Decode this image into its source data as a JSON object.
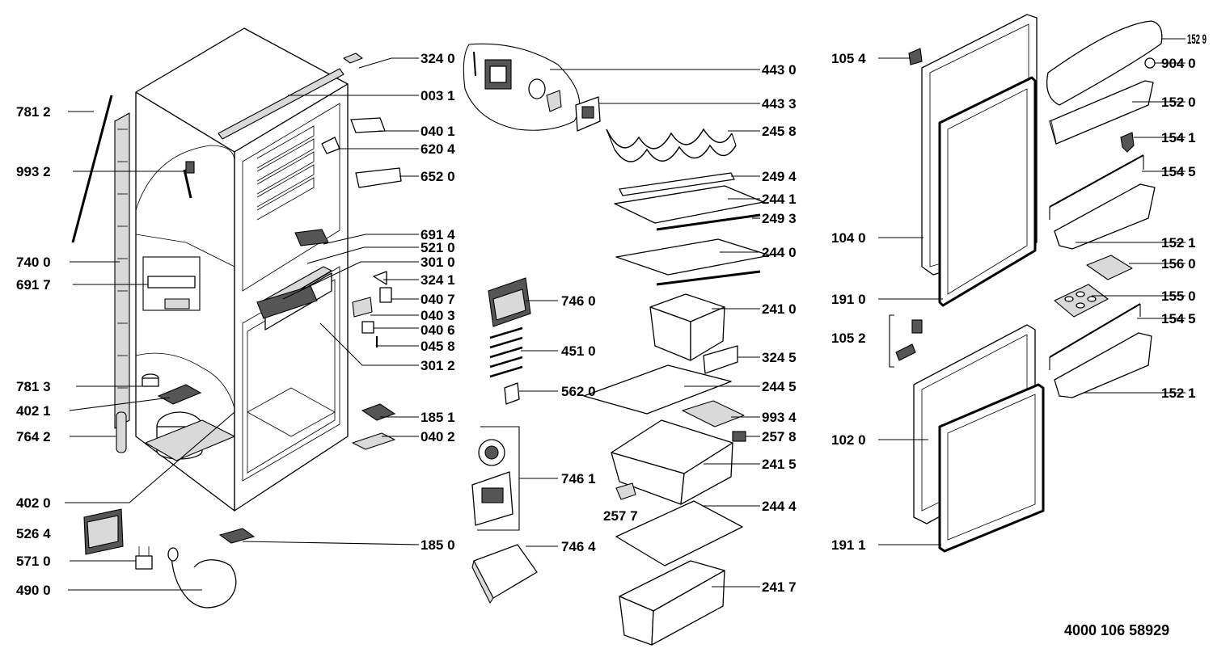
{
  "document_number": "4000 106 58929",
  "parts": [
    {
      "ref": "324 0",
      "name": "part-324-0"
    },
    {
      "ref": "003 1",
      "name": "part-003-1"
    },
    {
      "ref": "040 1",
      "name": "part-040-1"
    },
    {
      "ref": "620 4",
      "name": "part-620-4"
    },
    {
      "ref": "652 0",
      "name": "part-652-0"
    },
    {
      "ref": "691 4",
      "name": "part-691-4"
    },
    {
      "ref": "521 0",
      "name": "part-521-0"
    },
    {
      "ref": "301 0",
      "name": "part-301-0"
    },
    {
      "ref": "324 1",
      "name": "part-324-1"
    },
    {
      "ref": "040 7",
      "name": "part-040-7"
    },
    {
      "ref": "040 3",
      "name": "part-040-3"
    },
    {
      "ref": "040 6",
      "name": "part-040-6"
    },
    {
      "ref": "045 8",
      "name": "part-045-8"
    },
    {
      "ref": "301 2",
      "name": "part-301-2"
    },
    {
      "ref": "185 1",
      "name": "part-185-1"
    },
    {
      "ref": "040 2",
      "name": "part-040-2"
    },
    {
      "ref": "185 0",
      "name": "part-185-0"
    },
    {
      "ref": "781 2",
      "name": "part-781-2"
    },
    {
      "ref": "993 2",
      "name": "part-993-2"
    },
    {
      "ref": "740 0",
      "name": "part-740-0"
    },
    {
      "ref": "691 7",
      "name": "part-691-7"
    },
    {
      "ref": "781 3",
      "name": "part-781-3"
    },
    {
      "ref": "402 1",
      "name": "part-402-1"
    },
    {
      "ref": "764 2",
      "name": "part-764-2"
    },
    {
      "ref": "402 0",
      "name": "part-402-0"
    },
    {
      "ref": "526 4",
      "name": "part-526-4"
    },
    {
      "ref": "571 0",
      "name": "part-571-0"
    },
    {
      "ref": "490 0",
      "name": "part-490-0"
    },
    {
      "ref": "443 0",
      "name": "part-443-0"
    },
    {
      "ref": "443 3",
      "name": "part-443-3"
    },
    {
      "ref": "245 8",
      "name": "part-245-8"
    },
    {
      "ref": "249 4",
      "name": "part-249-4"
    },
    {
      "ref": "244 1",
      "name": "part-244-1"
    },
    {
      "ref": "249 3",
      "name": "part-249-3"
    },
    {
      "ref": "244 0",
      "name": "part-244-0"
    },
    {
      "ref": "241 0",
      "name": "part-241-0"
    },
    {
      "ref": "324 5",
      "name": "part-324-5"
    },
    {
      "ref": "244 5",
      "name": "part-244-5"
    },
    {
      "ref": "993 4",
      "name": "part-993-4"
    },
    {
      "ref": "257 8",
      "name": "part-257-8"
    },
    {
      "ref": "241 5",
      "name": "part-241-5"
    },
    {
      "ref": "257 7",
      "name": "part-257-7"
    },
    {
      "ref": "244 4",
      "name": "part-244-4"
    },
    {
      "ref": "241 7",
      "name": "part-241-7"
    },
    {
      "ref": "746 0",
      "name": "part-746-0"
    },
    {
      "ref": "451 0",
      "name": "part-451-0"
    },
    {
      "ref": "562 0",
      "name": "part-562-0"
    },
    {
      "ref": "746 1",
      "name": "part-746-1"
    },
    {
      "ref": "746 4",
      "name": "part-746-4"
    },
    {
      "ref": "105 4",
      "name": "part-105-4"
    },
    {
      "ref": "104 0",
      "name": "part-104-0"
    },
    {
      "ref": "191 0",
      "name": "part-191-0"
    },
    {
      "ref": "105 2",
      "name": "part-105-2"
    },
    {
      "ref": "102 0",
      "name": "part-102-0"
    },
    {
      "ref": "191 1",
      "name": "part-191-1"
    },
    {
      "ref": "152 9",
      "name": "part-152-9"
    },
    {
      "ref": "904 0",
      "name": "part-904-0"
    },
    {
      "ref": "152 0",
      "name": "part-152-0"
    },
    {
      "ref": "154 1",
      "name": "part-154-1"
    },
    {
      "ref": "154 5",
      "name": "part-154-5-upper"
    },
    {
      "ref": "152 1",
      "name": "part-152-1-upper"
    },
    {
      "ref": "156 0",
      "name": "part-156-0"
    },
    {
      "ref": "155 0",
      "name": "part-155-0"
    },
    {
      "ref": "154 5",
      "name": "part-154-5-lower"
    },
    {
      "ref": "152 1",
      "name": "part-152-1-lower"
    }
  ]
}
